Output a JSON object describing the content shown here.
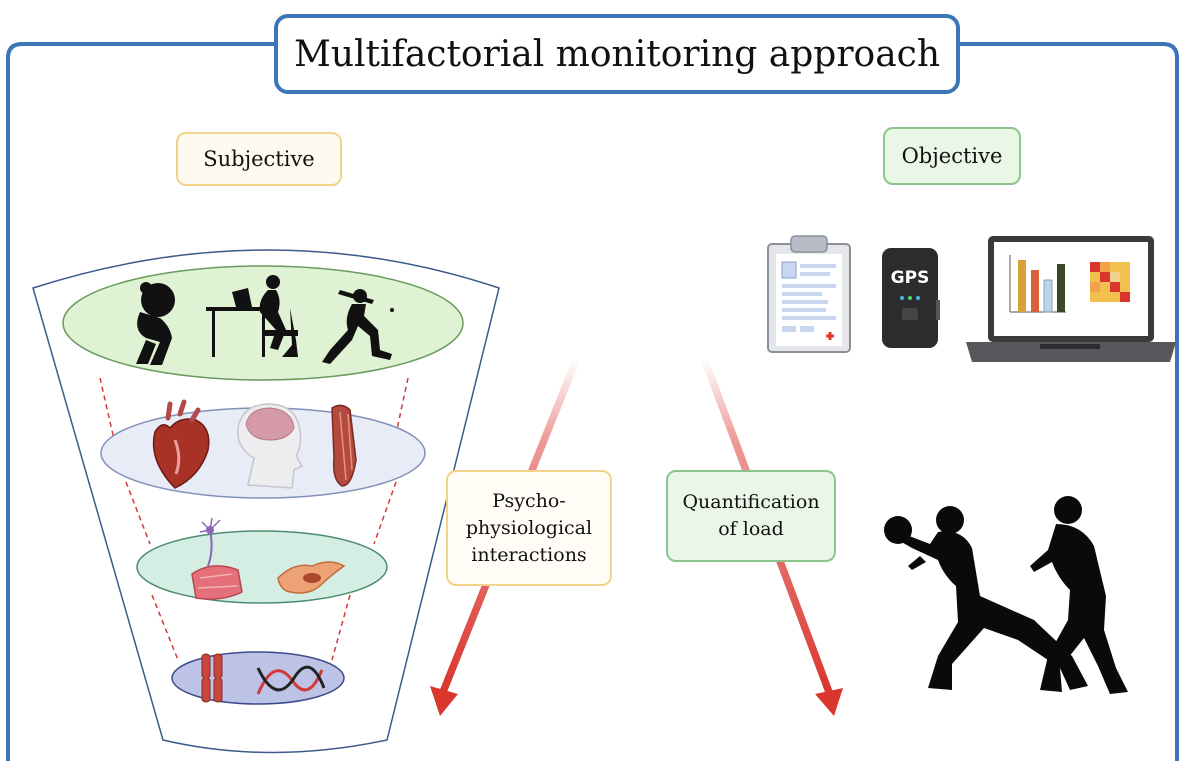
{
  "title": "Multifactorial monitoring approach",
  "labels": {
    "subjective": "Subjective",
    "objective": "Objective",
    "psycho": "Psycho-physiological interactions",
    "quantification": "Quantification of load"
  },
  "device_label": "GPS",
  "colors": {
    "frame": "#3a76b8",
    "subjective_border": "#f3d28c",
    "objective_border": "#8cc58c",
    "arrow": "#d9362e",
    "layer1_fill": "#dff2d3",
    "layer2_fill": "#e8ecf6",
    "layer3_fill": "#d4eee4",
    "layer4_fill": "#bcc3e6"
  },
  "icons": [
    "squat-silhouette-icon",
    "desk-worker-silhouette-icon",
    "baseball-batter-silhouette-icon",
    "heart-icon",
    "brain-head-icon",
    "muscle-icon",
    "neuron-muscle-fiber-icon",
    "cell-icon",
    "chromosome-icon",
    "dna-helix-icon",
    "clipboard-report-icon",
    "gps-device-icon",
    "laptop-chart-icon",
    "rugby-players-silhouette-icon"
  ]
}
